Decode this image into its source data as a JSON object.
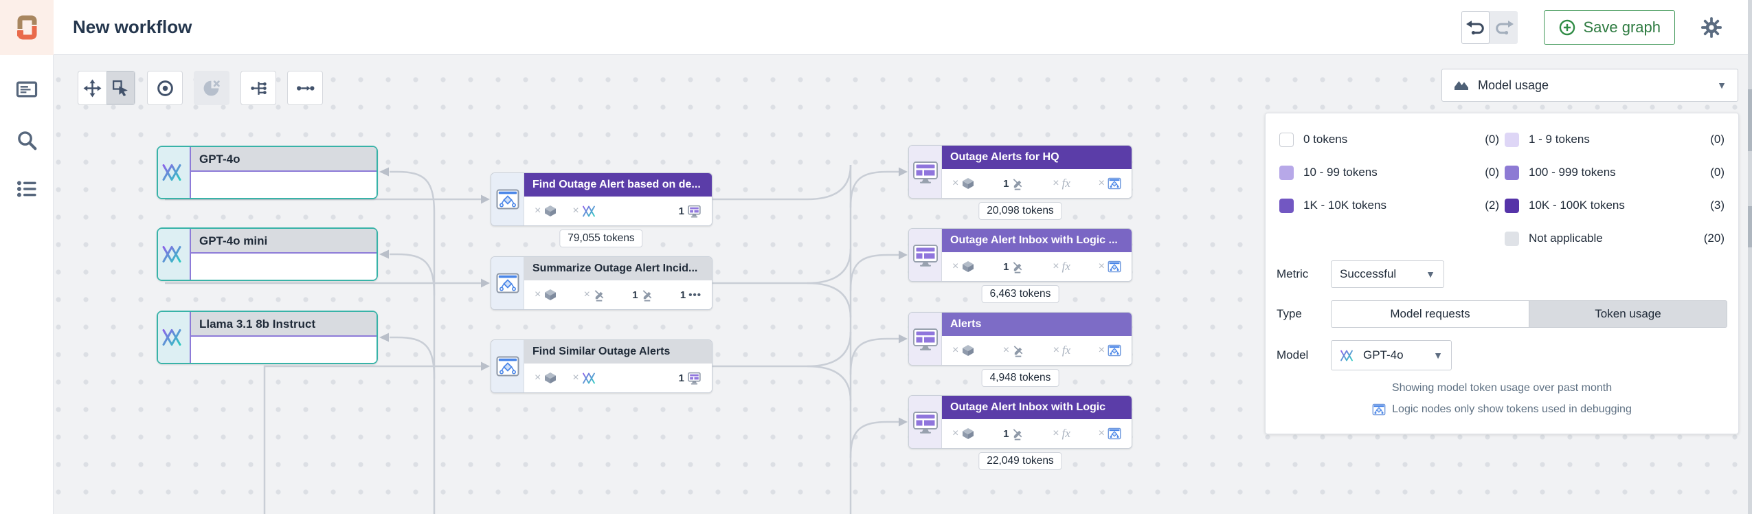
{
  "header": {
    "title": "New workflow",
    "save_label": "Save graph"
  },
  "toolbar": {
    "tools": [
      "move-tool",
      "select-tool",
      "focus-tool",
      "usage-overlay-tool",
      "layout-tool",
      "connection-tool"
    ],
    "selected": "select-tool",
    "disabled": "usage-overlay-tool"
  },
  "sidebar": {
    "items": [
      "panel",
      "search",
      "list"
    ]
  },
  "panel": {
    "dropdown_label": "Model usage",
    "legend": [
      {
        "label": "0 tokens",
        "count": "(0)",
        "color": "#ffffff"
      },
      {
        "label": "1 - 9 tokens",
        "count": "(0)",
        "color": "#ded6f6"
      },
      {
        "label": "10 - 99 tokens",
        "count": "(0)",
        "color": "#b7a8e8"
      },
      {
        "label": "100 - 999 tokens",
        "count": "(0)",
        "color": "#8d7ad4"
      },
      {
        "label": "1K - 10K tokens",
        "count": "(2)",
        "color": "#7257c2"
      },
      {
        "label": "10K - 100K tokens",
        "count": "(3)",
        "color": "#5533a8"
      },
      {
        "label": "Not applicable",
        "count": "(20)",
        "color": "#dfe2e7"
      }
    ],
    "metric_label": "Metric",
    "metric_value": "Successful",
    "type_label": "Type",
    "type_options": [
      "Model requests",
      "Token usage"
    ],
    "type_selected": "Token usage",
    "model_label": "Model",
    "model_value": "GPT-4o",
    "note1": "Showing model token usage over past month",
    "note2": "Logic nodes only show tokens used in debugging"
  },
  "nodes": {
    "models": [
      {
        "title": "GPT-4o"
      },
      {
        "title": "GPT-4o mini"
      },
      {
        "title": "Llama 3.1 8b Instruct"
      }
    ],
    "logic": [
      {
        "title": "Find Outage Alert based on de...",
        "tokens": "79,055 tokens",
        "header": "#5b3da8",
        "ports": [
          {
            "p": "×",
            "icon": "cube"
          },
          {
            "p": "×",
            "icon": "model"
          },
          {
            "p": "1",
            "icon": "monitor"
          }
        ]
      },
      {
        "title": "Summarize Outage Alert Incid...",
        "header": "#d8dbe0",
        "ports": [
          {
            "p": "×",
            "icon": "cube"
          },
          {
            "p": "×",
            "icon": "pen"
          },
          {
            "p": "1",
            "icon": "pen"
          },
          {
            "p": "1",
            "icon": "dots"
          }
        ]
      },
      {
        "title": "Find Similar Outage Alerts",
        "header": "#d8dbe0",
        "ports": [
          {
            "p": "×",
            "icon": "cube"
          },
          {
            "p": "×",
            "icon": "model"
          },
          {
            "p": "1",
            "icon": "monitor"
          }
        ]
      }
    ],
    "objects": [
      {
        "title": "Outage Alerts for HQ",
        "tokens": "20,098 tokens",
        "header": "#5b3da8",
        "ports": [
          {
            "p": "×",
            "icon": "cube"
          },
          {
            "p": "1",
            "icon": "pen"
          },
          {
            "p": "×",
            "icon": "fx"
          },
          {
            "p": "×",
            "icon": "logic"
          }
        ]
      },
      {
        "title": "Outage Alert Inbox with Logic ...",
        "tokens": "6,463 tokens",
        "header": "#7a66c4",
        "ports": [
          {
            "p": "×",
            "icon": "cube"
          },
          {
            "p": "1",
            "icon": "pen"
          },
          {
            "p": "×",
            "icon": "fx"
          },
          {
            "p": "×",
            "icon": "logic"
          }
        ]
      },
      {
        "title": "Alerts",
        "tokens": "4,948 tokens",
        "header": "#7d6cc6",
        "ports": [
          {
            "p": "×",
            "icon": "cube"
          },
          {
            "p": "×",
            "icon": "pen"
          },
          {
            "p": "×",
            "icon": "fx"
          },
          {
            "p": "×",
            "icon": "logic"
          }
        ]
      },
      {
        "title": "Outage Alert Inbox with Logic",
        "tokens": "22,049 tokens",
        "header": "#5b3da8",
        "ports": [
          {
            "p": "×",
            "icon": "cube"
          },
          {
            "p": "1",
            "icon": "pen"
          },
          {
            "p": "×",
            "icon": "fx"
          },
          {
            "p": "×",
            "icon": "logic"
          }
        ]
      }
    ]
  }
}
